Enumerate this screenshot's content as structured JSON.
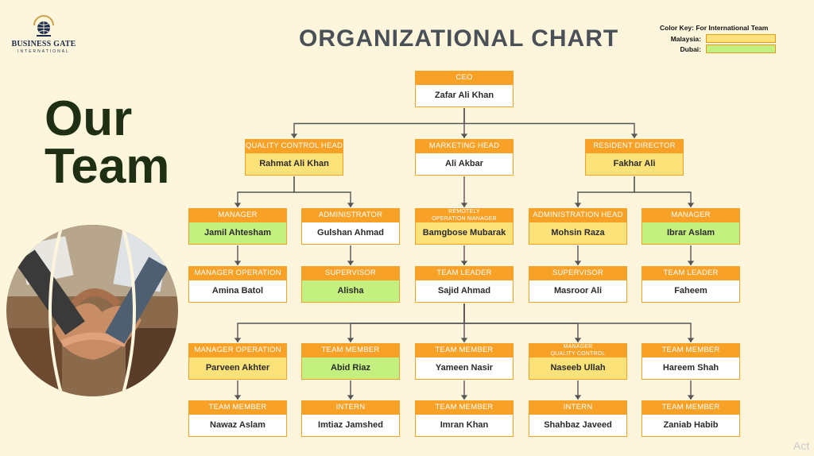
{
  "logo": {
    "name": "BUSINESS GATE",
    "sub": "INTERNATIONAL",
    "icon": "globe-gate-icon"
  },
  "title": "ORGANIZATIONAL CHART",
  "color_key": {
    "title": "Color Key: For International Team",
    "items": [
      {
        "label": "Malaysia:",
        "color": "#fde27a"
      },
      {
        "label": "Dubai:",
        "color": "#c3f07f"
      }
    ]
  },
  "headline": {
    "line1": "Our",
    "line2": "Team"
  },
  "colors": {
    "role_bar": "#f7a127",
    "white": "#ffffff",
    "yellow": "#fde27a",
    "green": "#c3f07f",
    "edge": "#555555"
  },
  "nodes": [
    {
      "id": "ceo",
      "role": "CEO",
      "name": "Zafar Ali Khan",
      "fill": "white"
    },
    {
      "id": "qch",
      "role": "QUALITY CONTROL HEAD",
      "name": "Rahmat Ali Khan",
      "fill": "yellow"
    },
    {
      "id": "mkh",
      "role": "MARKETING HEAD",
      "name": "Ali Akbar",
      "fill": "white"
    },
    {
      "id": "rd",
      "role": "RESIDENT DIRECTOR",
      "name": "Fakhar Ali",
      "fill": "yellow"
    },
    {
      "id": "m1",
      "role": "MANAGER",
      "name": "Jamil Ahtesham",
      "fill": "green"
    },
    {
      "id": "adm",
      "role": "ADMINISTRATOR",
      "name": "Gulshan Ahmad",
      "fill": "white"
    },
    {
      "id": "rom",
      "role": "REMOTELY OPERATION MANAGER",
      "role_lines": [
        "REMOTELY",
        "OPERATION MANAGER"
      ],
      "name": "Bamgbose Mubarak",
      "fill": "yellow"
    },
    {
      "id": "ah",
      "role": "ADMINISTRATION HEAD",
      "name": "Mohsin Raza",
      "fill": "yellow"
    },
    {
      "id": "m2",
      "role": "MANAGER",
      "name": "Ibrar Aslam",
      "fill": "green"
    },
    {
      "id": "mo1",
      "role": "MANAGER OPERATION",
      "name": "Amina Batol",
      "fill": "white"
    },
    {
      "id": "sup1",
      "role": "SUPERVISOR",
      "name": "Alisha",
      "fill": "green"
    },
    {
      "id": "tl1",
      "role": "TEAM LEADER",
      "name": "Sajid Ahmad",
      "fill": "white"
    },
    {
      "id": "sup2",
      "role": "SUPERVISOR",
      "name": "Masroor Ali",
      "fill": "white"
    },
    {
      "id": "tl2",
      "role": "TEAM LEADER",
      "name": "Faheem",
      "fill": "white"
    },
    {
      "id": "mo2",
      "role": "MANAGER OPERATION",
      "name": "Parveen Akhter",
      "fill": "yellow"
    },
    {
      "id": "tm1",
      "role": "TEAM MEMBER",
      "name": "Abid Riaz",
      "fill": "green"
    },
    {
      "id": "tm2",
      "role": "TEAM MEMBER",
      "name": "Yameen Nasir",
      "fill": "white"
    },
    {
      "id": "mqc",
      "role": "MANAGER QUALITY CONTROL",
      "role_lines": [
        "MANAGER",
        "QUALITY CONTROL"
      ],
      "name": "Naseeb Ullah",
      "fill": "yellow"
    },
    {
      "id": "tm3",
      "role": "TEAM MEMBER",
      "name": "Hareem Shah",
      "fill": "white"
    },
    {
      "id": "tm4",
      "role": "TEAM MEMBER",
      "name": "Nawaz Aslam",
      "fill": "white"
    },
    {
      "id": "in1",
      "role": "INTERN",
      "name": "Imtiaz Jamshed",
      "fill": "white"
    },
    {
      "id": "tm5",
      "role": "TEAM MEMBER",
      "name": "Imran Khan",
      "fill": "white"
    },
    {
      "id": "in2",
      "role": "INTERN",
      "name": "Shahbaz Javeed",
      "fill": "white"
    },
    {
      "id": "tm6",
      "role": "TEAM MEMBER",
      "name": "Zaniab Habib",
      "fill": "white"
    }
  ],
  "edges": [
    [
      "ceo",
      "qch"
    ],
    [
      "ceo",
      "mkh"
    ],
    [
      "ceo",
      "rd"
    ],
    [
      "qch",
      "m1"
    ],
    [
      "qch",
      "adm"
    ],
    [
      "mkh",
      "rom"
    ],
    [
      "rd",
      "ah"
    ],
    [
      "rd",
      "m2"
    ],
    [
      "m1",
      "mo1"
    ],
    [
      "adm",
      "sup1"
    ],
    [
      "rom",
      "tl1"
    ],
    [
      "ah",
      "sup2"
    ],
    [
      "m2",
      "tl2"
    ],
    [
      "tl1",
      "mo2"
    ],
    [
      "tl1",
      "tm1"
    ],
    [
      "tl1",
      "tm2"
    ],
    [
      "tl1",
      "mqc"
    ],
    [
      "tl1",
      "tm3"
    ],
    [
      "mo2",
      "tm4"
    ],
    [
      "tm1",
      "in1"
    ],
    [
      "tm2",
      "tm5"
    ],
    [
      "mqc",
      "in2"
    ],
    [
      "tm3",
      "tm6"
    ]
  ],
  "watermark": "Act"
}
